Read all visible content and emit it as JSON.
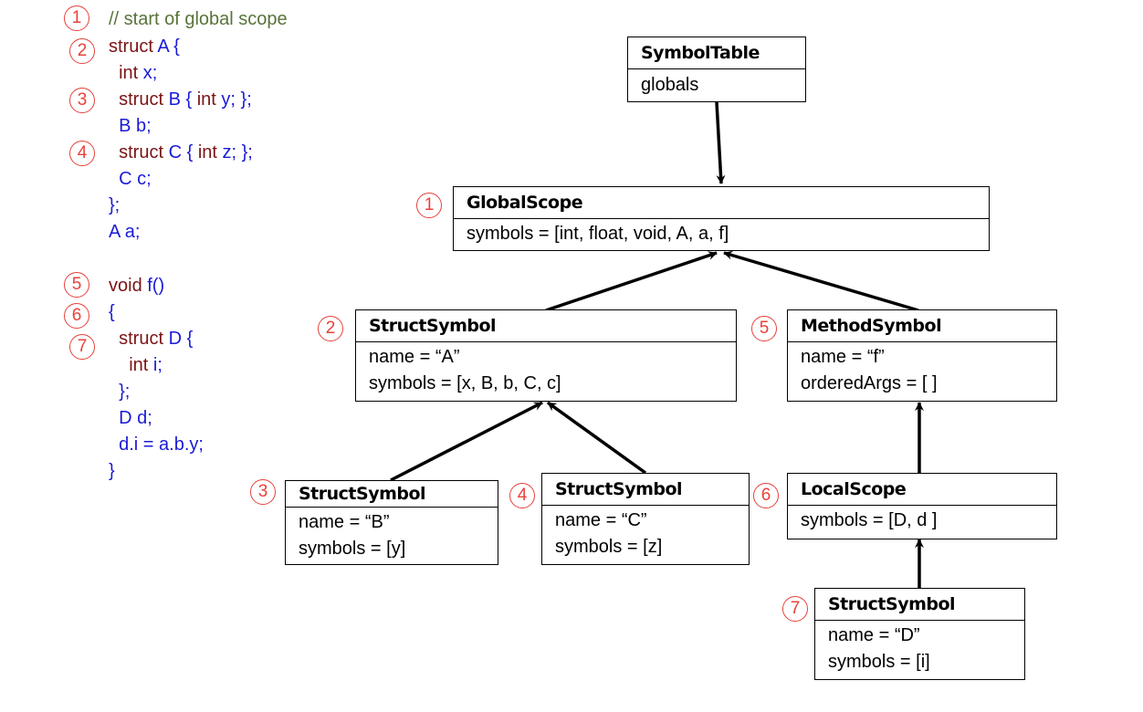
{
  "code": {
    "badges": [
      "1",
      "2",
      "3",
      "4",
      "5",
      "6",
      "7"
    ],
    "lines": [
      {
        "parts": [
          {
            "t": "// start of global scope",
            "c": "cm"
          }
        ]
      },
      {
        "parts": [
          {
            "t": "struct ",
            "c": "kw"
          },
          {
            "t": "A {",
            "c": "id"
          }
        ]
      },
      {
        "parts": [
          {
            "t": "  int ",
            "c": "kw"
          },
          {
            "t": "x;",
            "c": "id"
          }
        ]
      },
      {
        "parts": [
          {
            "t": "  struct ",
            "c": "kw"
          },
          {
            "t": "B { ",
            "c": "id"
          },
          {
            "t": "int ",
            "c": "kw"
          },
          {
            "t": "y; };",
            "c": "id"
          }
        ]
      },
      {
        "parts": [
          {
            "t": "  B b;",
            "c": "id"
          }
        ]
      },
      {
        "parts": [
          {
            "t": "  struct ",
            "c": "kw"
          },
          {
            "t": "C { ",
            "c": "id"
          },
          {
            "t": "int ",
            "c": "kw"
          },
          {
            "t": "z; };",
            "c": "id"
          }
        ]
      },
      {
        "parts": [
          {
            "t": "  C c;",
            "c": "id"
          }
        ]
      },
      {
        "parts": [
          {
            "t": "};",
            "c": "id"
          }
        ]
      },
      {
        "parts": [
          {
            "t": "A a;",
            "c": "id"
          }
        ]
      },
      {
        "parts": [
          {
            "t": "void ",
            "c": "kw"
          },
          {
            "t": "f()",
            "c": "id"
          }
        ]
      },
      {
        "parts": [
          {
            "t": "{",
            "c": "id"
          }
        ]
      },
      {
        "parts": [
          {
            "t": "  struct ",
            "c": "kw"
          },
          {
            "t": "D {",
            "c": "id"
          }
        ]
      },
      {
        "parts": [
          {
            "t": "    int ",
            "c": "kw"
          },
          {
            "t": "i;",
            "c": "id"
          }
        ]
      },
      {
        "parts": [
          {
            "t": "  };",
            "c": "id"
          }
        ]
      },
      {
        "parts": [
          {
            "t": "  D d;",
            "c": "id"
          }
        ]
      },
      {
        "parts": [
          {
            "t": "  d.i = a.b.y;",
            "c": "id"
          }
        ]
      },
      {
        "parts": [
          {
            "t": "}",
            "c": "id"
          }
        ]
      }
    ]
  },
  "diagram": {
    "symbol_table": {
      "title": "SymbolTable",
      "fields": [
        "globals"
      ]
    },
    "nodes": [
      {
        "badge": "1",
        "title": "GlobalScope",
        "fields": [
          "symbols = [int, float, void, A, a, f]"
        ]
      },
      {
        "badge": "2",
        "title": "StructSymbol",
        "fields": [
          "name = “A”",
          "symbols = [x, B, b, C, c]"
        ]
      },
      {
        "badge": "3",
        "title": "StructSymbol",
        "fields": [
          "name = “B”",
          "symbols = [y]"
        ]
      },
      {
        "badge": "4",
        "title": "StructSymbol",
        "fields": [
          "name = “C”",
          "symbols = [z]"
        ]
      },
      {
        "badge": "5",
        "title": "MethodSymbol",
        "fields": [
          "name = “f”",
          "orderedArgs = [ ]"
        ]
      },
      {
        "badge": "6",
        "title": "LocalScope",
        "fields": [
          "symbols = [D, d ]"
        ]
      },
      {
        "badge": "7",
        "title": "StructSymbol",
        "fields": [
          "name = “D”",
          "symbols = [i]"
        ]
      }
    ],
    "edges": [
      {
        "from": "symbol_table",
        "to": "1",
        "label": ""
      },
      {
        "from": "2",
        "to": "1",
        "label": ""
      },
      {
        "from": "5",
        "to": "1",
        "label": ""
      },
      {
        "from": "3",
        "to": "2",
        "label": ""
      },
      {
        "from": "4",
        "to": "2",
        "label": ""
      },
      {
        "from": "6",
        "to": "5",
        "label": ""
      },
      {
        "from": "7",
        "to": "6",
        "label": ""
      }
    ]
  }
}
